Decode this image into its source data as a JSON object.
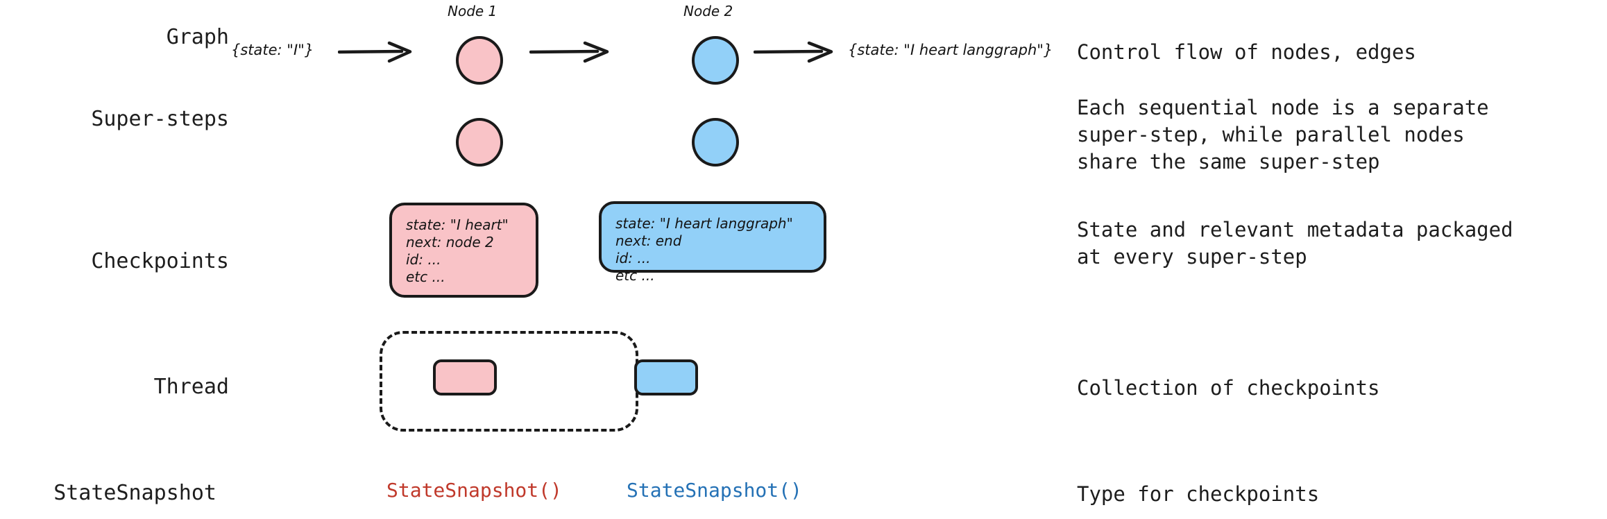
{
  "diagram": {
    "title": "LangGraph persistence concepts",
    "colors": {
      "pink_fill": "#f9c3c7",
      "blue_fill": "#92d0f8",
      "stroke": "#1a1a1a",
      "text": "#1d1d1d",
      "snapshot_red": "#c0392b",
      "snapshot_blue": "#2471b5"
    }
  },
  "rows": {
    "graph": {
      "label": "Graph",
      "description": "Control flow of nodes, edges",
      "input_state": "{state: \"I\"}",
      "output_state": "{state: \"I heart langgraph\"}",
      "node1_caption": "Node 1",
      "node2_caption": "Node 2"
    },
    "super_steps": {
      "label": "Super-steps",
      "description": "Each sequential node is a separate\nsuper-step, while parallel nodes\nshare the same super-step"
    },
    "checkpoints": {
      "label": "Checkpoints",
      "description": "State and relevant metadata packaged\nat every super-step",
      "checkpoint1": {
        "line1": "state: \"I heart\"",
        "line2": "next: node 2",
        "line3": "id: ...",
        "line4": "etc ..."
      },
      "checkpoint2": {
        "line1": "state: \"I heart langgraph\"",
        "line2": "next: end",
        "line3": "id: ...",
        "line4": "etc ..."
      }
    },
    "thread": {
      "label": "Thread",
      "description": "Collection of checkpoints"
    },
    "state_snapshot": {
      "label": "StateSnapshot",
      "description": "Type for checkpoints",
      "snapshot1": "StateSnapshot()",
      "snapshot2": "StateSnapshot()"
    }
  }
}
